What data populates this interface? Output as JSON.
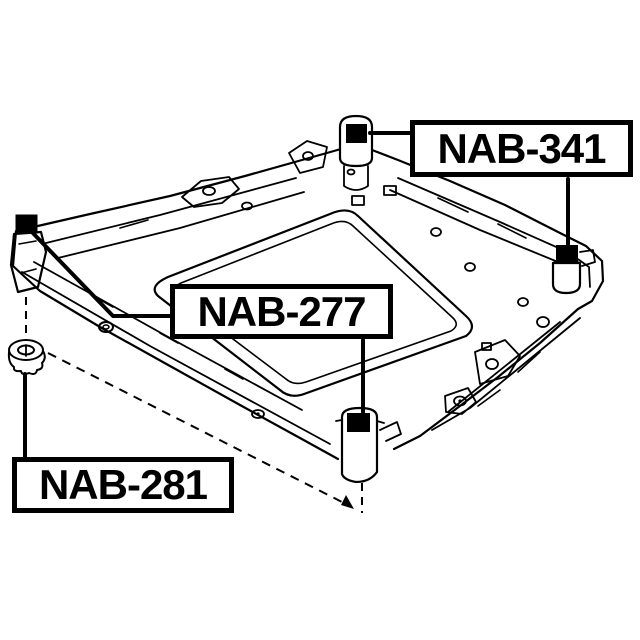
{
  "diagram": {
    "background": "#ffffff",
    "line_color": "#000000",
    "part_labels": {
      "nab341": "NAB-341",
      "nab277": "NAB-277",
      "nab281": "NAB-281"
    }
  }
}
